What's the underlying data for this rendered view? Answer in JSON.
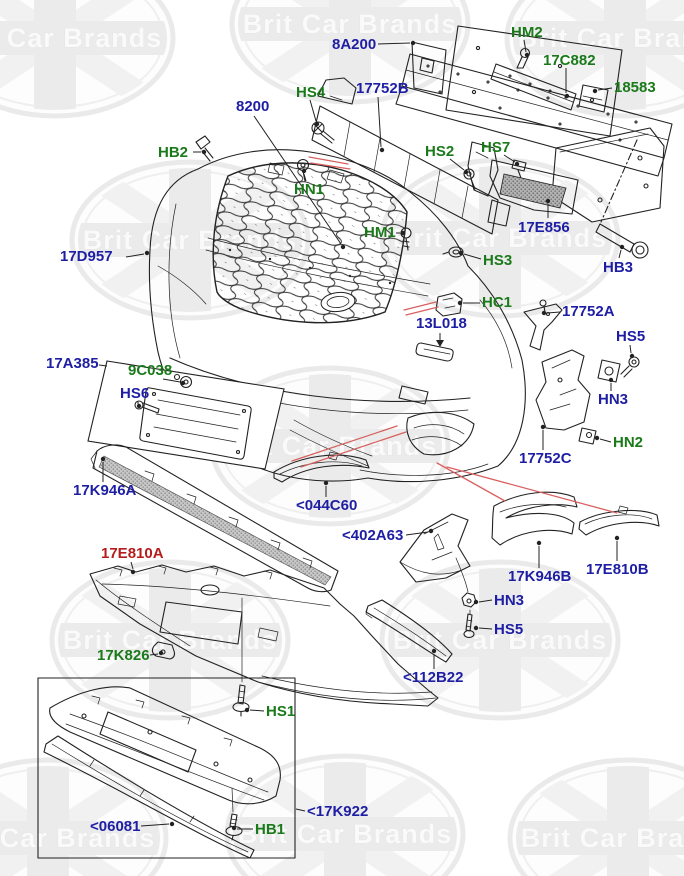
{
  "diagram": {
    "watermark_text": "Brit Car Brands",
    "colors": {
      "background": "#ffffff",
      "part_link_blue": "#1e1ea4",
      "hardware_green": "#1a7a1a",
      "highlight_red": "#b51d1d",
      "callout_red": "#d96060",
      "drawing_line": "#222222"
    },
    "labels": [
      {
        "id": "8A200",
        "text": "8A200",
        "color": "blue"
      },
      {
        "id": "HM2",
        "text": "HM2",
        "color": "green"
      },
      {
        "id": "17C882",
        "text": "17C882",
        "color": "green"
      },
      {
        "id": "18583",
        "text": "18583",
        "color": "green"
      },
      {
        "id": "HS4",
        "text": "HS4",
        "color": "green"
      },
      {
        "id": "17752B",
        "text": "17752B",
        "color": "blue"
      },
      {
        "id": "8200",
        "text": "8200",
        "color": "blue"
      },
      {
        "id": "HB2",
        "text": "HB2",
        "color": "green"
      },
      {
        "id": "HS2",
        "text": "HS2",
        "color": "green"
      },
      {
        "id": "HS7",
        "text": "HS7",
        "color": "green"
      },
      {
        "id": "HN1",
        "text": "HN1",
        "color": "green"
      },
      {
        "id": "17E856",
        "text": "17E856",
        "color": "blue"
      },
      {
        "id": "HB3",
        "text": "HB3",
        "color": "blue"
      },
      {
        "id": "HM1",
        "text": "HM1",
        "color": "green"
      },
      {
        "id": "HS3",
        "text": "HS3",
        "color": "green"
      },
      {
        "id": "17D957",
        "text": "17D957",
        "color": "blue"
      },
      {
        "id": "HC1",
        "text": "HC1",
        "color": "green"
      },
      {
        "id": "13L018",
        "text": "13L018",
        "color": "blue"
      },
      {
        "id": "17752A",
        "text": "17752A",
        "color": "blue"
      },
      {
        "id": "HS5-upper",
        "text": "HS5",
        "color": "blue"
      },
      {
        "id": "HN3-upper",
        "text": "HN3",
        "color": "blue"
      },
      {
        "id": "HN2",
        "text": "HN2",
        "color": "green"
      },
      {
        "id": "17752C",
        "text": "17752C",
        "color": "blue"
      },
      {
        "id": "17A385",
        "text": "17A385",
        "color": "blue"
      },
      {
        "id": "9C038",
        "text": "9C038",
        "color": "green"
      },
      {
        "id": "HS6",
        "text": "HS6",
        "color": "blue"
      },
      {
        "id": "17K946A",
        "text": "17K946A",
        "color": "blue"
      },
      {
        "id": "044C60",
        "text": "<044C60",
        "color": "blue"
      },
      {
        "id": "402A63",
        "text": "<402A63",
        "color": "blue"
      },
      {
        "id": "17E810A",
        "text": "17E810A",
        "color": "red"
      },
      {
        "id": "17K946B",
        "text": "17K946B",
        "color": "blue"
      },
      {
        "id": "17E810B",
        "text": "17E810B",
        "color": "blue"
      },
      {
        "id": "HN3-lower",
        "text": "HN3",
        "color": "blue"
      },
      {
        "id": "HS5-lower",
        "text": "HS5",
        "color": "blue"
      },
      {
        "id": "112B22",
        "text": "<112B22",
        "color": "blue"
      },
      {
        "id": "17K826",
        "text": "17K826",
        "color": "green"
      },
      {
        "id": "HS1",
        "text": "HS1",
        "color": "green"
      },
      {
        "id": "17K922",
        "text": "<17K922",
        "color": "blue"
      },
      {
        "id": "06081",
        "text": "<06081",
        "color": "blue"
      },
      {
        "id": "HB1",
        "text": "HB1",
        "color": "green"
      }
    ]
  }
}
